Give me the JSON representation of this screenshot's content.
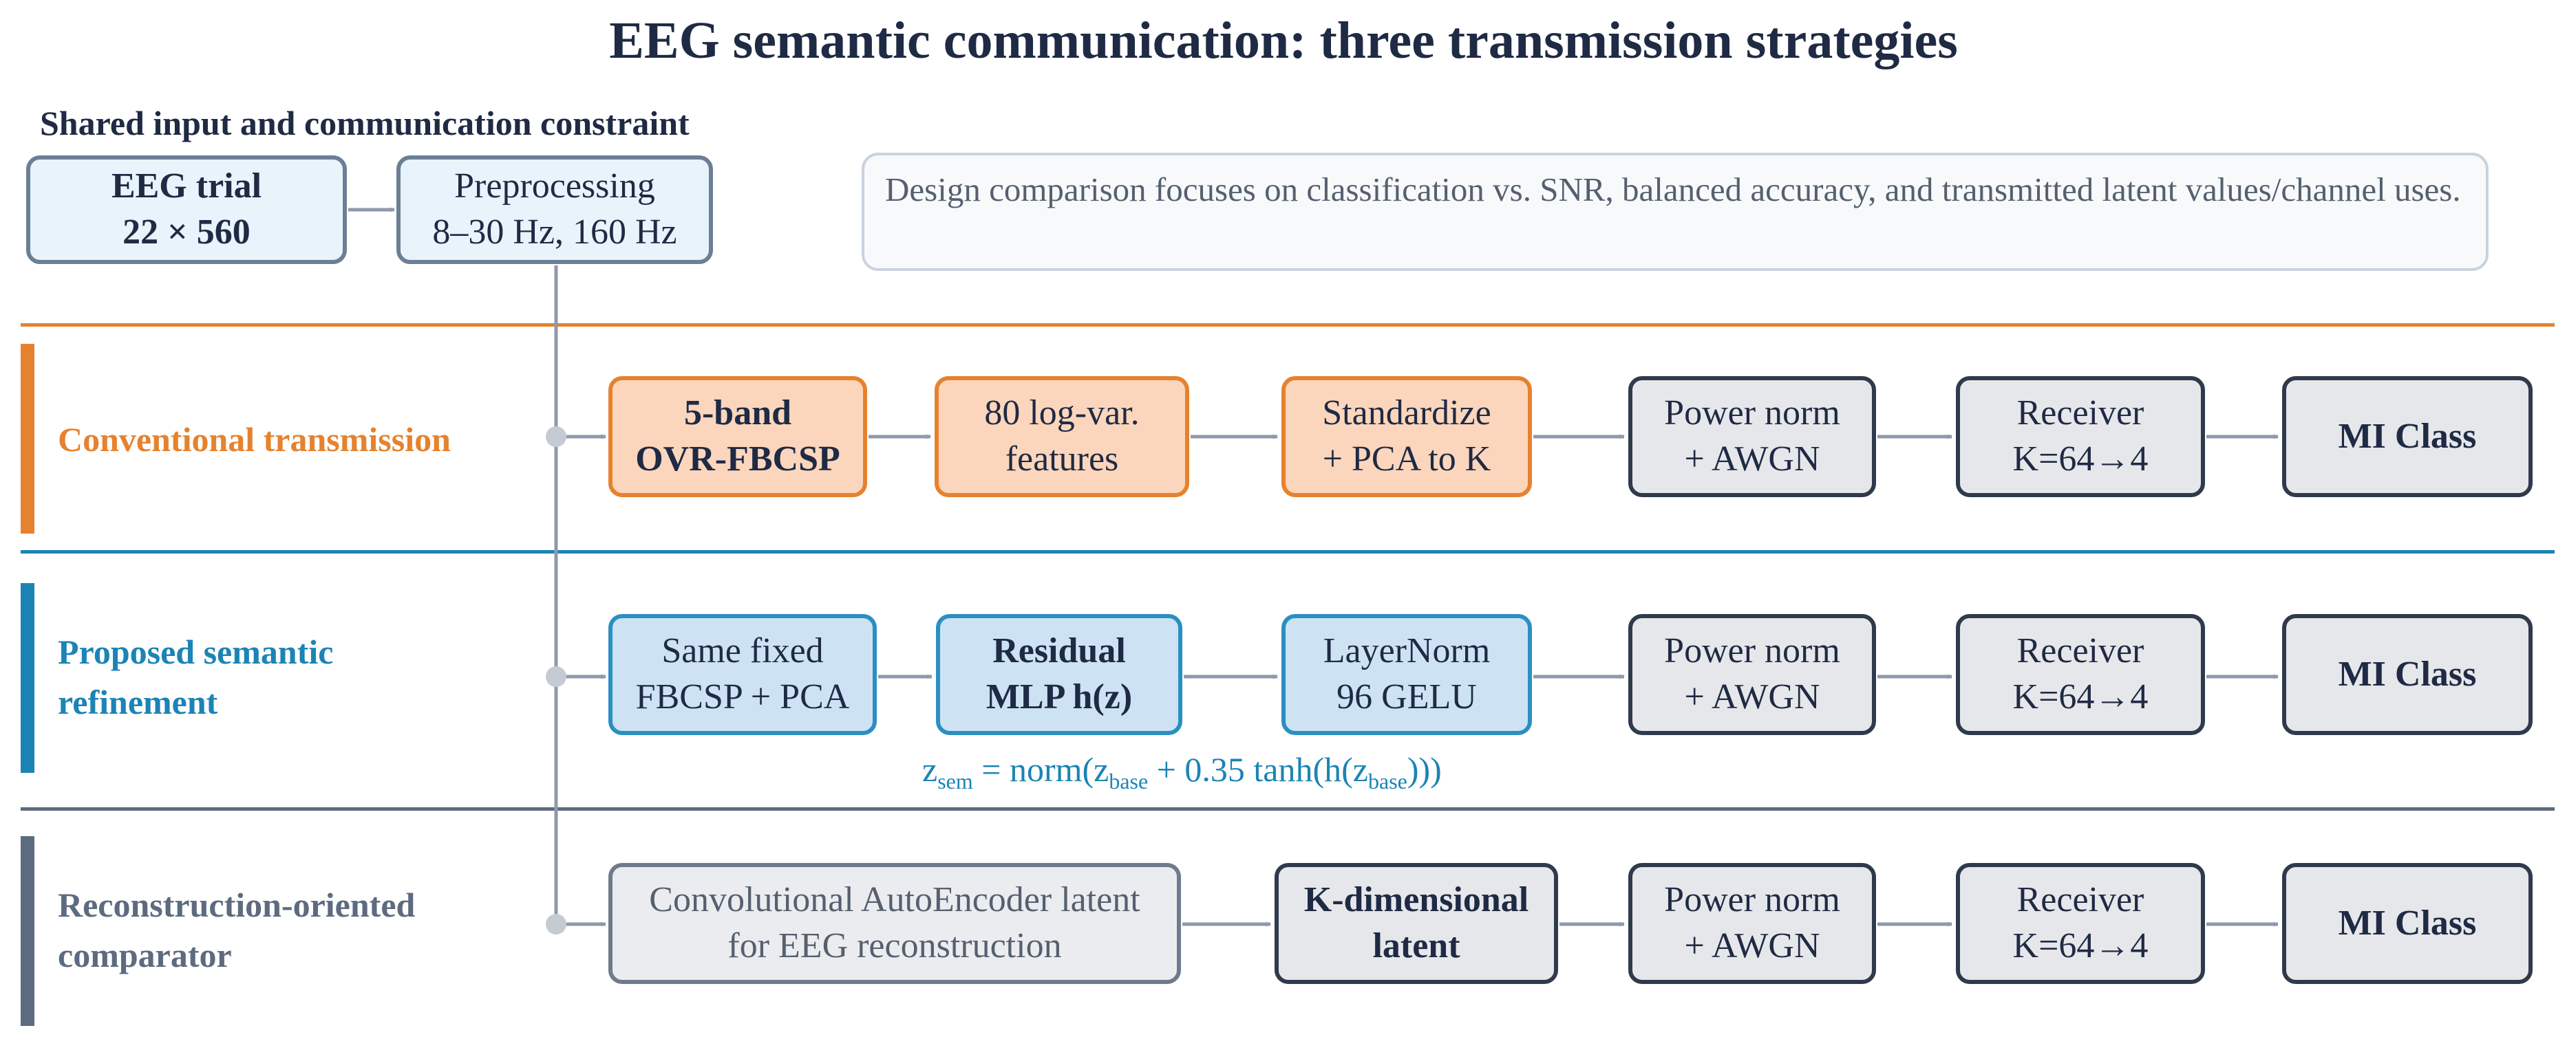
{
  "title": "EEG semantic communication: three transmission strategies",
  "shared": {
    "heading": "Shared input and communication constraint",
    "input_box": [
      "EEG trial",
      "22 × 560"
    ],
    "preprocessing_box": [
      "Preprocessing",
      "8–30 Hz, 160 Hz"
    ],
    "note": "Design comparison focuses on classification vs. SNR, balanced accuracy, and transmitted latent values/channel uses."
  },
  "lanes": [
    {
      "label": [
        "Conventional transmission"
      ],
      "color": "#e6822e",
      "boxes": [
        [
          "5-band",
          "OVR-FBCSP"
        ],
        [
          "80 log-var.",
          "features"
        ],
        [
          "Standardize",
          "+ PCA to K"
        ],
        [
          "Power norm",
          "+ AWGN"
        ],
        [
          "Receiver",
          "K=64→4"
        ],
        [
          "MI Class"
        ]
      ]
    },
    {
      "label": [
        "Proposed semantic",
        "refinement"
      ],
      "color": "#1c84b5",
      "boxes": [
        [
          "Same fixed",
          "FBCSP + PCA"
        ],
        [
          "Residual",
          "MLP h(z)"
        ],
        [
          "LayerNorm",
          "96 GELU"
        ],
        [
          "Power norm",
          "+ AWGN"
        ],
        [
          "Receiver",
          "K=64→4"
        ],
        [
          "MI Class"
        ]
      ],
      "formula": {
        "z": "z",
        "sem": "sem",
        "mid": " = norm(z",
        "base1": "base",
        "mid2": " + 0.35 tanh(h(z",
        "base2": "base",
        "end": ")))"
      }
    },
    {
      "label": [
        "Reconstruction-oriented",
        "comparator"
      ],
      "color": "#5d6b80",
      "boxes": [
        [
          "Convolutional AutoEncoder latent",
          "for EEG reconstruction"
        ],
        [
          "K-dimensional",
          "latent"
        ],
        [
          "Power norm",
          "+ AWGN"
        ],
        [
          "Receiver",
          "K=64→4"
        ],
        [
          "MI Class"
        ]
      ]
    }
  ]
}
